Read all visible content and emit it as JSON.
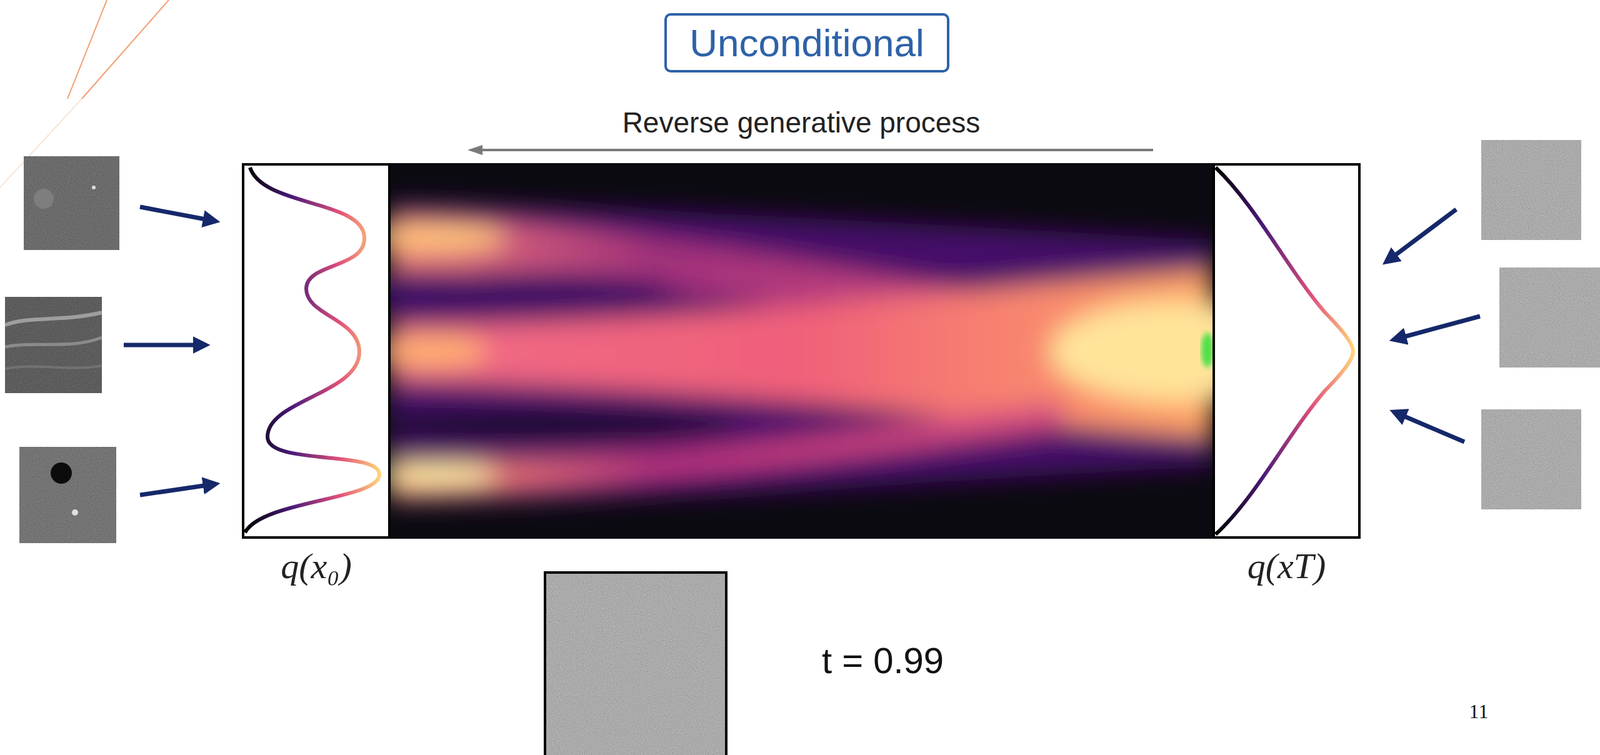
{
  "diagram": {
    "title": "Unconditional",
    "nodes": [
      {
        "text": [
          "q(x₀)"
        ]
      },
      {
        "text": [
          "q(xT)"
        ]
      }
    ],
    "labels": [
      "Reverse generative process",
      "t = 0.99",
      "11"
    ]
  }
}
